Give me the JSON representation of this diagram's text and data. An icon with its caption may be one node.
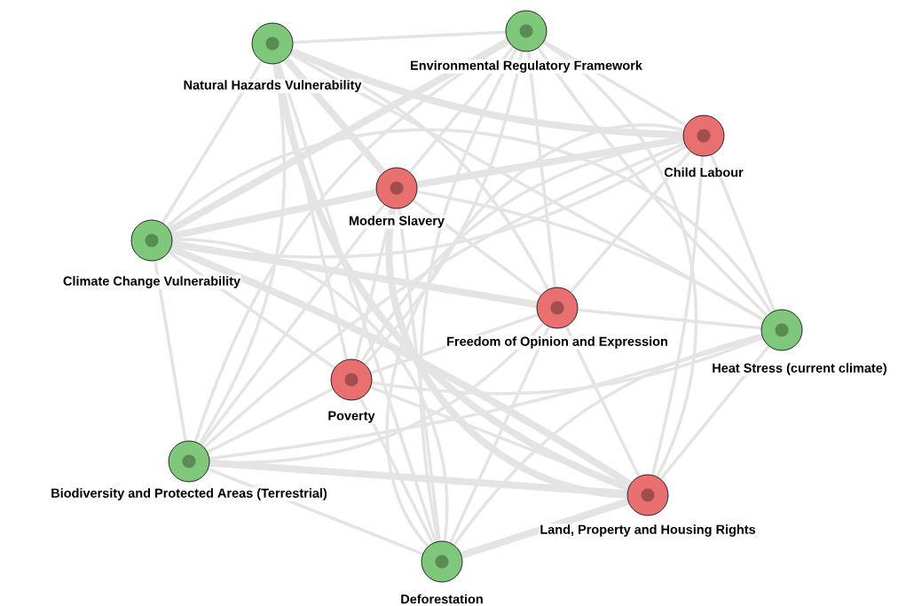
{
  "diagram": {
    "nodes": [
      {
        "text": [
          "Natural Hazards Vulnerability"
        ]
      },
      {
        "text": [
          "Environmental Regulatory Framework"
        ]
      },
      {
        "text": [
          "Child Labour"
        ]
      },
      {
        "text": [
          "Modern Slavery"
        ]
      },
      {
        "text": [
          "Climate Change Vulnerability"
        ]
      },
      {
        "text": [
          "Freedom of Opinion and Expression"
        ]
      },
      {
        "text": [
          "Heat Stress (current climate)"
        ]
      },
      {
        "text": [
          "Poverty"
        ]
      },
      {
        "text": [
          "Biodiversity and Protected Areas (Terrestrial)"
        ]
      },
      {
        "text": [
          "Land, Property and Housing Rights"
        ]
      },
      {
        "text": [
          "Deforestation"
        ]
      }
    ],
    "edges": [
      {
        "from": 0,
        "to": 1,
        "arrow": "none"
      },
      {
        "from": 0,
        "to": 2,
        "arrow": "none",
        "style": "thick"
      },
      {
        "from": 0,
        "to": 3,
        "arrow": "none",
        "style": "thick"
      },
      {
        "from": 0,
        "to": 4,
        "arrow": "none"
      },
      {
        "from": 0,
        "to": 5,
        "arrow": "none"
      },
      {
        "from": 0,
        "to": 6,
        "arrow": "none"
      },
      {
        "from": 0,
        "to": 7,
        "arrow": "none"
      },
      {
        "from": 0,
        "to": 8,
        "arrow": "none"
      },
      {
        "from": 0,
        "to": 9,
        "arrow": "none",
        "style": "thick"
      },
      {
        "from": 0,
        "to": 10,
        "arrow": "none"
      },
      {
        "from": 1,
        "to": 2,
        "arrow": "none"
      },
      {
        "from": 1,
        "to": 3,
        "arrow": "none"
      },
      {
        "from": 1,
        "to": 4,
        "arrow": "none",
        "style": "thick"
      },
      {
        "from": 1,
        "to": 5,
        "arrow": "none"
      },
      {
        "from": 1,
        "to": 6,
        "arrow": "none"
      },
      {
        "from": 1,
        "to": 7,
        "arrow": "none"
      },
      {
        "from": 1,
        "to": 8,
        "arrow": "none"
      },
      {
        "from": 1,
        "to": 9,
        "arrow": "none"
      },
      {
        "from": 1,
        "to": 10,
        "arrow": "none"
      },
      {
        "from": 2,
        "to": 3,
        "arrow": "none",
        "style": "thick"
      },
      {
        "from": 2,
        "to": 4,
        "arrow": "none"
      },
      {
        "from": 2,
        "to": 5,
        "arrow": "none"
      },
      {
        "from": 2,
        "to": 6,
        "arrow": "none"
      },
      {
        "from": 2,
        "to": 7,
        "arrow": "none"
      },
      {
        "from": 2,
        "to": 8,
        "arrow": "none"
      },
      {
        "from": 2,
        "to": 9,
        "arrow": "none"
      },
      {
        "from": 2,
        "to": 10,
        "arrow": "none"
      },
      {
        "from": 3,
        "to": 4,
        "arrow": "none",
        "style": "thick"
      },
      {
        "from": 3,
        "to": 5,
        "arrow": "none"
      },
      {
        "from": 3,
        "to": 6,
        "arrow": "none"
      },
      {
        "from": 3,
        "to": 7,
        "arrow": "none"
      },
      {
        "from": 3,
        "to": 8,
        "arrow": "none"
      },
      {
        "from": 3,
        "to": 9,
        "arrow": "none",
        "style": "thick"
      },
      {
        "from": 3,
        "to": 10,
        "arrow": "none"
      },
      {
        "from": 4,
        "to": 5,
        "arrow": "none",
        "style": "thick"
      },
      {
        "from": 4,
        "to": 6,
        "arrow": "none"
      },
      {
        "from": 4,
        "to": 7,
        "arrow": "none"
      },
      {
        "from": 4,
        "to": 8,
        "arrow": "none"
      },
      {
        "from": 4,
        "to": 9,
        "arrow": "none",
        "style": "thick"
      },
      {
        "from": 4,
        "to": 10,
        "arrow": "none"
      },
      {
        "from": 5,
        "to": 6,
        "arrow": "none"
      },
      {
        "from": 5,
        "to": 7,
        "arrow": "none"
      },
      {
        "from": 5,
        "to": 8,
        "arrow": "none"
      },
      {
        "from": 5,
        "to": 9,
        "arrow": "none"
      },
      {
        "from": 5,
        "to": 10,
        "arrow": "none"
      },
      {
        "from": 6,
        "to": 7,
        "arrow": "none"
      },
      {
        "from": 6,
        "to": 8,
        "arrow": "none"
      },
      {
        "from": 6,
        "to": 9,
        "arrow": "none"
      },
      {
        "from": 6,
        "to": 10,
        "arrow": "none"
      },
      {
        "from": 7,
        "to": 8,
        "arrow": "none"
      },
      {
        "from": 7,
        "to": 9,
        "arrow": "none"
      },
      {
        "from": 7,
        "to": 10,
        "arrow": "none"
      },
      {
        "from": 8,
        "to": 9,
        "arrow": "none",
        "style": "thick"
      },
      {
        "from": 8,
        "to": 10,
        "arrow": "none"
      },
      {
        "from": 9,
        "to": 10,
        "arrow": "none",
        "style": "thick"
      }
    ]
  }
}
